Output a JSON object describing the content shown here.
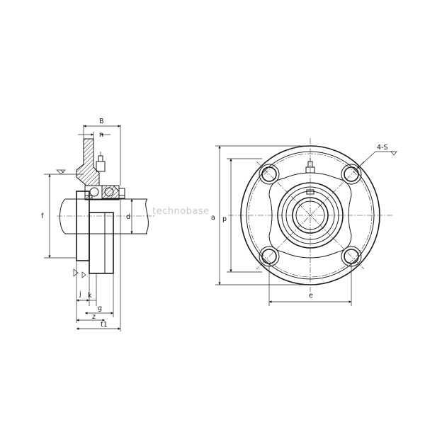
{
  "labels": {
    "B": "B",
    "n": "n",
    "f": "f",
    "d": "d",
    "j": "j",
    "k": "k",
    "g": "g",
    "z": "z",
    "t1": "t1",
    "a": "a",
    "p": "p",
    "e": "e",
    "holes": "4-S"
  },
  "watermark": "technobase"
}
